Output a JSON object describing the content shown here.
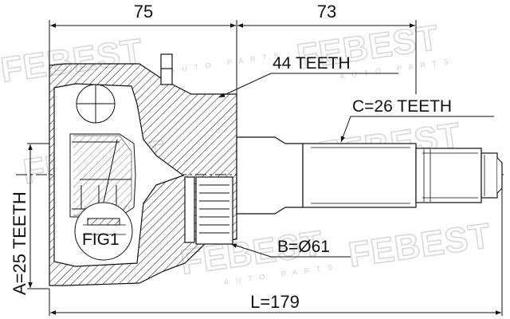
{
  "watermark": {
    "brand": "FEBEST",
    "sub": "AUTO PARTS"
  },
  "dimensions": {
    "top_left": "75",
    "top_right": "73",
    "overall_length": "L=179"
  },
  "callouts": {
    "outer_teeth": "44 TEETH",
    "shaft_teeth": "C=26 TEETH",
    "inner_teeth": "A=25 TEETH",
    "abs_ring": "B=Ø61",
    "figure": "FIG1"
  },
  "colors": {
    "line": "#111111",
    "watermark": "#d9d9d9",
    "background": "#ffffff"
  }
}
